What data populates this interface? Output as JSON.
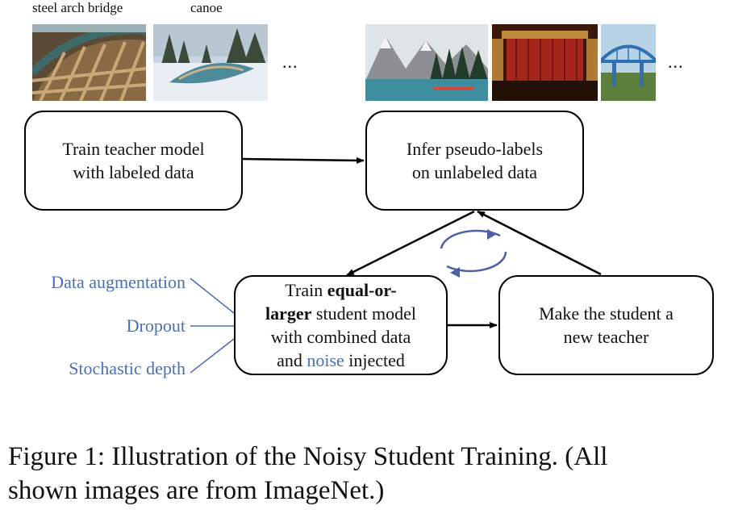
{
  "image_labels": {
    "steel_arch_bridge": "steel arch bridge",
    "canoe": "canoe"
  },
  "ellipsis": "...",
  "boxes": {
    "teacher": {
      "line1": "Train teacher model",
      "line2": "with labeled data"
    },
    "infer": {
      "line1": "Infer pseudo-labels",
      "line2": "on unlabeled data"
    },
    "student": {
      "line1_prefix": "Train ",
      "line1_bold": "equal-or-",
      "line2_bold": "larger",
      "line2_suffix": " student model",
      "line3": "with combined data",
      "line4_prefix": "and ",
      "line4_noise": "noise",
      "line4_suffix": " injected"
    },
    "new_teacher": {
      "line1": "Make the student a",
      "line2": "new teacher"
    }
  },
  "noise_types": [
    "Data augmentation",
    "Dropout",
    "Stochastic depth"
  ],
  "caption": {
    "line1": "Figure 1: Illustration of the Noisy Student Training.  (All",
    "line2": "shown images are from ImageNet.)"
  },
  "colors": {
    "noise_blue": "#4a6fb3",
    "cycle_blue": "#4d5fa8"
  }
}
